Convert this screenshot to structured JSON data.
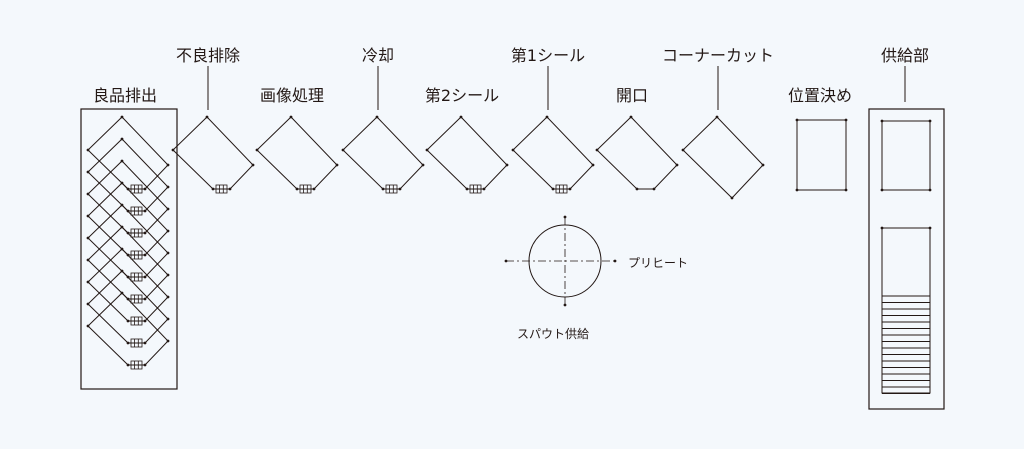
{
  "stations": [
    {
      "label": "良品排出",
      "row": "low",
      "type": "stack"
    },
    {
      "label": "不良排除",
      "row": "high",
      "type": "grid"
    },
    {
      "label": "画像処理",
      "row": "low",
      "type": "grid"
    },
    {
      "label": "冷却",
      "row": "high",
      "type": "grid"
    },
    {
      "label": "第2シール",
      "row": "low",
      "type": "grid"
    },
    {
      "label": "第1シール",
      "row": "high",
      "type": "grid"
    },
    {
      "label": "開口",
      "row": "low",
      "type": "flat"
    },
    {
      "label": "コーナーカット",
      "row": "high",
      "type": "point"
    },
    {
      "label": "位置決め",
      "row": "low",
      "type": "rect"
    },
    {
      "label": "供給部",
      "row": "high",
      "type": "supply"
    }
  ],
  "preheat_label": "プリヒート",
  "spout_label": "スパウト供給",
  "colors": {
    "line": "#231815",
    "background": "#f4f8fc"
  }
}
